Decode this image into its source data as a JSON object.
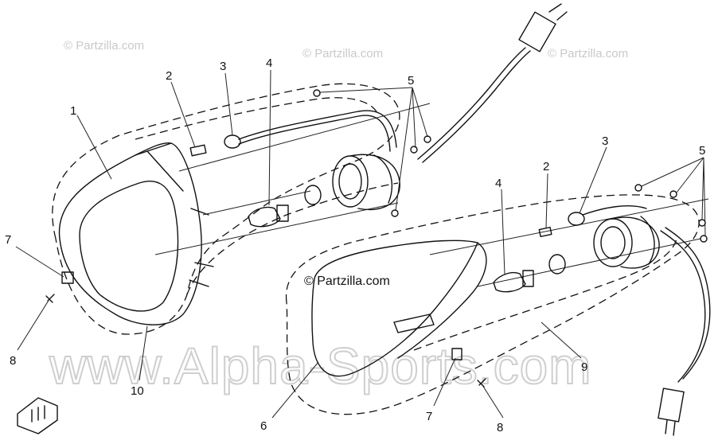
{
  "watermarks": {
    "partzilla_1": "© Partzilla.com",
    "partzilla_2": "© Partzilla.com",
    "partzilla_3": "© Partzilla.com",
    "partzilla_center": "© Partzilla.com",
    "alpha_sports": "www.Alpha-Sports.com"
  },
  "callouts": {
    "c1": "1",
    "c2_left": "2",
    "c3_left": "3",
    "c4_left": "4",
    "c5_left": "5",
    "c7_left": "7",
    "c8_left": "8",
    "c10": "10",
    "c2_right": "2",
    "c3_right": "3",
    "c4_right": "4",
    "c5_right": "5",
    "c6": "6",
    "c7_right": "7",
    "c8_right": "8",
    "c9": "9"
  },
  "colors": {
    "line": "#111111",
    "watermark": "#c9c9c9",
    "background": "#ffffff"
  }
}
